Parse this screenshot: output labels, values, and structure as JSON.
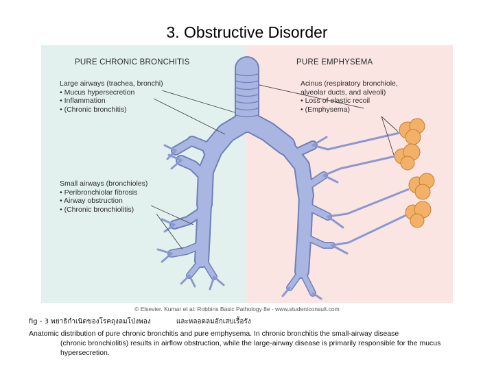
{
  "slide": {
    "title": "3.  Obstructive Disorder"
  },
  "figure": {
    "left_panel": {
      "heading": "PURE CHRONIC BRONCHITIS",
      "large_airways": {
        "title": "Large airways (trachea, bronchi)",
        "bullets": [
          "• Mucus hypersecretion",
          "• Inflammation",
          "• (Chronic bronchitis)"
        ]
      },
      "small_airways": {
        "title": "Small airways (bronchioles)",
        "bullets": [
          "• Peribronchiolar fibrosis",
          "• Airway obstruction",
          "• (Chronic bronchiolitis)"
        ]
      }
    },
    "right_panel": {
      "heading": "PURE EMPHYSEMA",
      "acinus": {
        "title": "Acinus (respiratory bronchiole,",
        "title_cont": "alveolar ducts, and alveoli)",
        "bullets": [
          "• Loss of elastic recoil",
          "• (Emphysema)"
        ]
      }
    },
    "credit": "© Elsevier. Kumar et al: Robbins Basic Pathology 8e - www.studentconsult.com",
    "colors": {
      "left_bg": "#e3f1ee",
      "right_bg": "#fbe5e3",
      "airway": "#a9b6e2",
      "airway_outline": "#6f7fb8",
      "acinus": "#f2b167"
    },
    "icons": [
      "airway-tree",
      "acinus-cluster"
    ]
  },
  "caption": {
    "fig_label": "fig - 3 พยาธิกำเนิดของโรคถุงลมโป่งพอง",
    "fig_label_b": "และหลอดลมอักเสบเรื้อรัง",
    "line1": "Anatomic distribution of pure chronic bronchitis and pure emphysema. In chronic bronchitis the small-airway disease",
    "line2": "(chronic bronchiolitis) results in airflow obstruction, while the large-airway disease is primarily responsible for the mucus hypersecretion."
  }
}
